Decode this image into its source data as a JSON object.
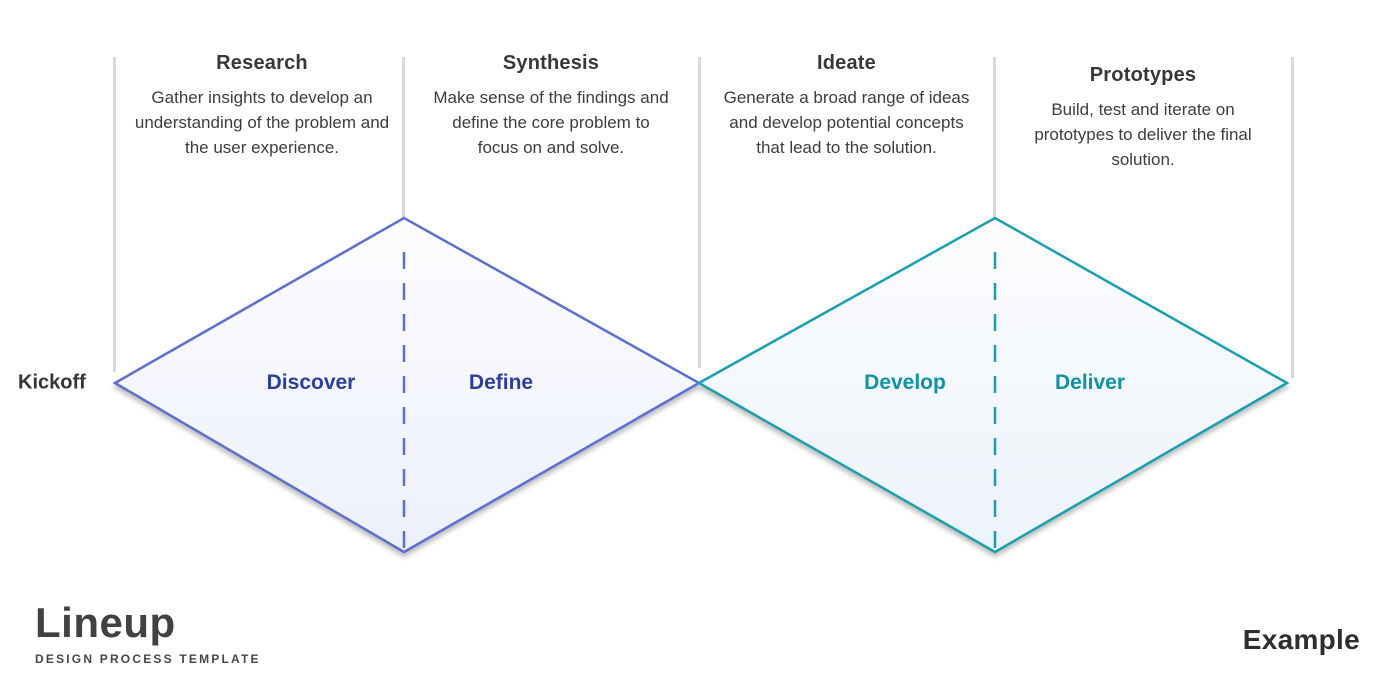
{
  "colors": {
    "background": "#ffffff",
    "guide_line": "#d9d9d9",
    "dark_text": "#3a3a3a",
    "diamond1_stroke": "#5a6fd6",
    "diamond1_label_text": "#2c3f9e",
    "diamond2_stroke": "#16a1b3",
    "diamond2_label_text": "#0e93a8",
    "diamond_fill_top": "#fdfdff",
    "diamond1_fill_bottom": "#edf0fb",
    "diamond2_fill_bottom": "#ecf3f9"
  },
  "columns": [
    {
      "heading": "Research",
      "body": "Gather insights to develop an understanding of the problem and the user experience."
    },
    {
      "heading": "Synthesis",
      "body": "Make sense of the findings and define the core problem to focus on and solve."
    },
    {
      "heading": "Ideate",
      "body": "Generate a broad range of ideas and develop potential concepts that lead to the solution."
    },
    {
      "heading": "Prototypes",
      "body": "Build, test and iterate on prototypes to deliver the final solution."
    }
  ],
  "diamonds": {
    "first": {
      "left_label": "Discover",
      "right_label": "Define"
    },
    "second": {
      "left_label": "Develop",
      "right_label": "Deliver"
    }
  },
  "start_label": "Kickoff",
  "footer": {
    "logo": "Lineup",
    "tagline": "Design Process Template",
    "right_text": "Example"
  }
}
